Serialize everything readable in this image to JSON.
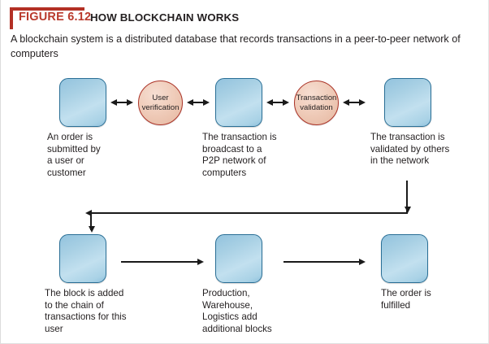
{
  "figure": {
    "label": "FIGURE 6.12",
    "title": "HOW BLOCKCHAIN WORKS",
    "description": "A blockchain system is a distributed database that records transactions in a peer-to-peer network of computers",
    "accent_color": "#b93a2c",
    "node_fill_color": "#a8d0e4",
    "node_border_color": "#2a6f96",
    "circle_fill_color": "#eec9b4",
    "circle_border_color": "#ab3327",
    "connector_color": "#1a1a1a"
  },
  "diagram": {
    "type": "flow",
    "row1": {
      "nodes": [
        {
          "id": "order-submitted",
          "caption": "An order is\nsubmitted by\na user or\ncustomer"
        },
        {
          "id": "transaction-broadcast",
          "caption": "The transaction is\nbroadcast to a\nP2P network of\ncomputers"
        },
        {
          "id": "transaction-validated",
          "caption": "The transaction is\nvalidated by others\nin the network"
        }
      ],
      "gates": [
        {
          "id": "user-verification",
          "label": "User\nverification"
        },
        {
          "id": "transaction-validation",
          "label": "Transaction\nvalidation"
        }
      ]
    },
    "row2": {
      "nodes": [
        {
          "id": "block-added",
          "caption": "The block is added\nto the chain of\ntransactions for this\nuser"
        },
        {
          "id": "production-warehouse",
          "caption": "Production,\nWarehouse,\nLogistics add\nadditional blocks"
        },
        {
          "id": "order-fulfilled",
          "caption": "The order is\nfulfilled"
        }
      ]
    },
    "connectors": [
      {
        "id": "box1-to-verification",
        "kind": "double-arrow"
      },
      {
        "id": "verification-to-box2",
        "kind": "double-arrow"
      },
      {
        "id": "box2-to-validation",
        "kind": "double-arrow"
      },
      {
        "id": "validation-to-box3",
        "kind": "double-arrow"
      },
      {
        "id": "row1-to-row2-wrap",
        "kind": "elbow-arrow"
      },
      {
        "id": "block-to-production",
        "kind": "single-arrow"
      },
      {
        "id": "production-to-fulfilled",
        "kind": "single-arrow"
      }
    ]
  }
}
